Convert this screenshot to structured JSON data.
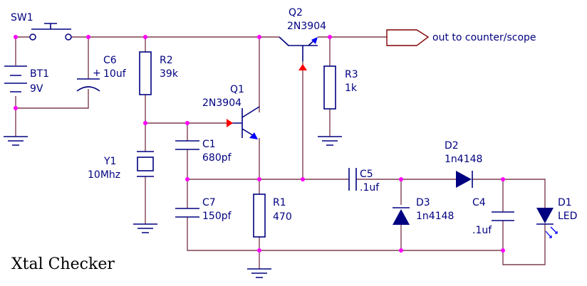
{
  "title": "Xtal Checker",
  "colors": {
    "wire": "#7f3f4f",
    "component": "#000080",
    "node": "#ff00ff",
    "arrow_red": "#ff0000",
    "arrow_blue": "#0000ff",
    "title": "#000000"
  },
  "components": {
    "sw1": {
      "ref": "SW1"
    },
    "bt1": {
      "ref": "BT1",
      "value": "9V"
    },
    "c6": {
      "ref": "C6",
      "value": "10uf",
      "polarity": "+"
    },
    "r2": {
      "ref": "R2",
      "value": "39k"
    },
    "q2": {
      "ref": "Q2",
      "value": "2N3904"
    },
    "output": {
      "label": "out to counter/scope"
    },
    "r3": {
      "ref": "R3",
      "value": "1k"
    },
    "q1": {
      "ref": "Q1",
      "value": "2N3904"
    },
    "c1": {
      "ref": "C1",
      "value": "680pf"
    },
    "y1": {
      "ref": "Y1",
      "value": "10Mhz"
    },
    "c7": {
      "ref": "C7",
      "value": "150pf"
    },
    "r1": {
      "ref": "R1",
      "value": "470"
    },
    "c5": {
      "ref": "C5",
      "value": ".1uf"
    },
    "d2": {
      "ref": "D2",
      "value": "1n4148"
    },
    "d3": {
      "ref": "D3",
      "value": "1n4148"
    },
    "c4": {
      "ref": "C4",
      "value": ".1uf"
    },
    "d1": {
      "ref": "D1",
      "value": "LED"
    }
  }
}
